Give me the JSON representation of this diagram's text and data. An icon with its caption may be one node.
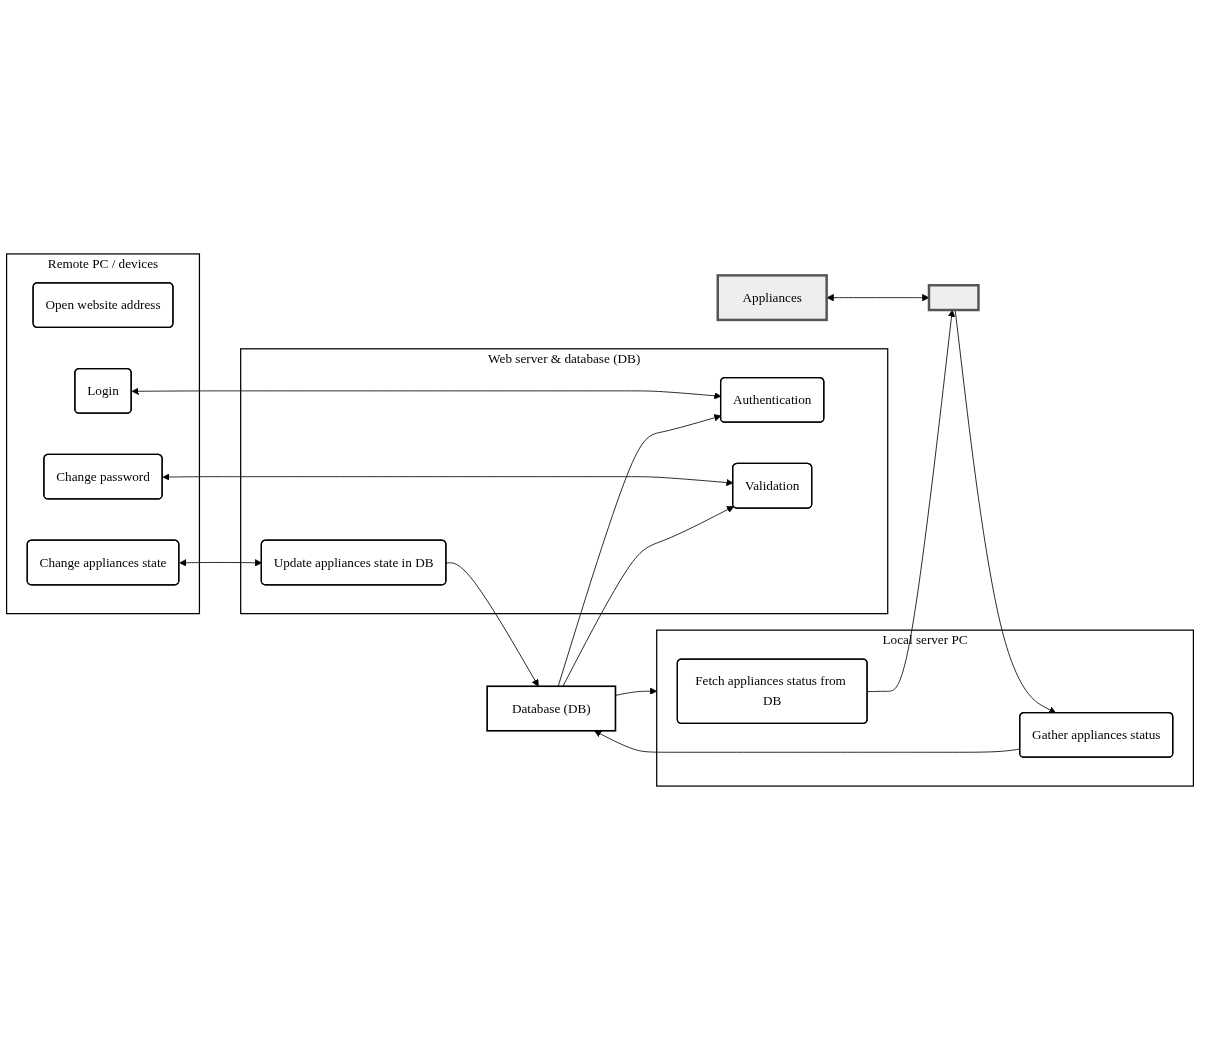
{
  "diagram": {
    "nodes": [
      {
        "text": [
          "Remote PC / devices"
        ]
      },
      {
        "text": [
          "Open website address"
        ],
        "in": 0
      },
      {
        "text": [
          "Login"
        ],
        "in": 0
      },
      {
        "text": [
          "Change password"
        ],
        "in": 0
      },
      {
        "text": [
          "Change appliances state"
        ],
        "in": 0
      },
      {
        "text": [
          "Web server & database (DB)"
        ]
      },
      {
        "text": [
          "Authentication"
        ],
        "in": 5
      },
      {
        "text": [
          "Validation"
        ],
        "in": 5
      },
      {
        "text": [
          "Update appliances state in DB"
        ],
        "in": 5
      },
      {
        "text": [
          "Database (DB)"
        ]
      },
      {
        "text": [
          "Local server PC"
        ]
      },
      {
        "text": [
          "Fetch appliances status from DB"
        ],
        "in": 10
      },
      {
        "text": [
          "Gather appliances status"
        ],
        "in": 10
      },
      {
        "text": [
          "Appliances"
        ]
      },
      {
        "text": [],
        "shape": "box"
      }
    ],
    "edges": [
      {
        "from": 2,
        "to": 6,
        "arrow": "both"
      },
      {
        "from": 3,
        "to": 7,
        "arrow": "both"
      },
      {
        "from": 4,
        "to": 8,
        "arrow": "both"
      },
      {
        "from": 9,
        "to": 6,
        "arrow": "to"
      },
      {
        "from": 9,
        "to": 7,
        "arrow": "to"
      },
      {
        "from": 8,
        "to": 9,
        "arrow": "to"
      },
      {
        "from": 12,
        "to": 9,
        "arrow": "to"
      },
      {
        "from": 9,
        "to": 10,
        "arrow": "to"
      },
      {
        "from": 11,
        "to": 14,
        "arrow": "to"
      },
      {
        "from": 14,
        "to": 12,
        "arrow": "to"
      },
      {
        "from": 13,
        "to": 14,
        "arrow": "both"
      }
    ]
  }
}
